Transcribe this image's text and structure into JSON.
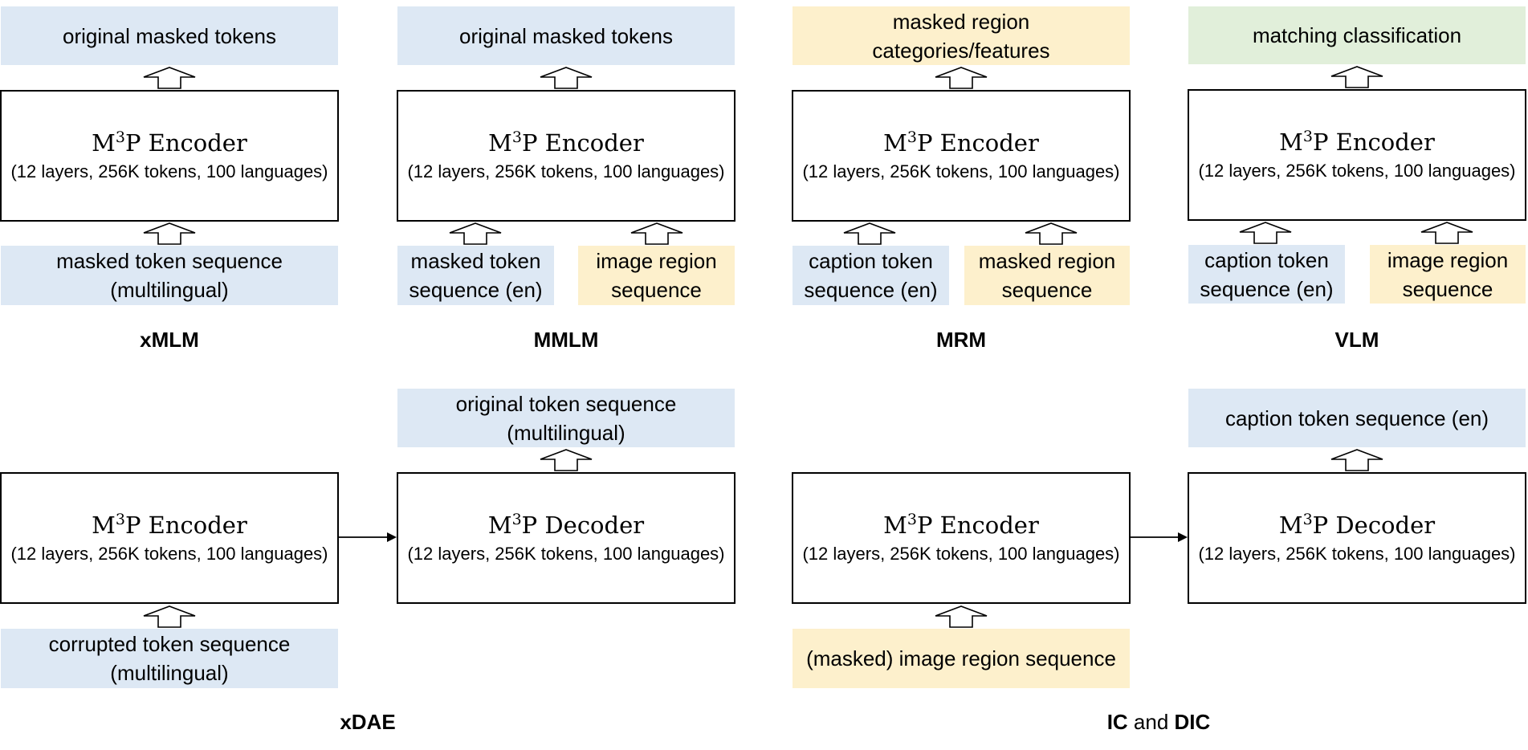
{
  "panels": {
    "xmlm": {
      "output": "original masked tokens",
      "module_prefix": "M",
      "module_sup": "3",
      "module_suffix": "P Encoder",
      "module_detail": "(12 layers, 256K tokens, 100 languages)",
      "input": "masked token sequence\n(multilingual)",
      "caption": "xMLM"
    },
    "mmlm": {
      "output": "original masked tokens",
      "module_prefix": "M",
      "module_sup": "3",
      "module_suffix": "P Encoder",
      "module_detail": "(12 layers, 256K tokens, 100 languages)",
      "input_text": "masked token\nsequence (en)",
      "input_image": "image region\nsequence",
      "caption": "MMLM"
    },
    "mrm": {
      "output": "masked region\ncategories/features",
      "module_prefix": "M",
      "module_sup": "3",
      "module_suffix": "P Encoder",
      "module_detail": "(12 layers, 256K tokens, 100 languages)",
      "input_text": "caption token\nsequence (en)",
      "input_image": "masked region\nsequence",
      "caption": "MRM"
    },
    "vlm": {
      "output": "matching classification",
      "module_prefix": "M",
      "module_sup": "3",
      "module_suffix": "P Encoder",
      "module_detail": "(12 layers, 256K tokens, 100 languages)",
      "input_text": "caption token\nsequence (en)",
      "input_image": "image region\nsequence",
      "caption": "VLM"
    },
    "xdae": {
      "encoder_prefix": "M",
      "encoder_sup": "3",
      "encoder_suffix": "P Encoder",
      "encoder_detail": "(12 layers, 256K tokens, 100 languages)",
      "decoder_prefix": "M",
      "decoder_sup": "3",
      "decoder_suffix": "P Decoder",
      "decoder_detail": "(12 layers, 256K tokens, 100 languages)",
      "input": "corrupted token sequence\n(multilingual)",
      "output": "original token sequence\n(multilingual)",
      "caption": "xDAE"
    },
    "ic": {
      "encoder_prefix": "M",
      "encoder_sup": "3",
      "encoder_suffix": "P Encoder",
      "encoder_detail": "(12 layers, 256K tokens, 100 languages)",
      "decoder_prefix": "M",
      "decoder_sup": "3",
      "decoder_suffix": "P Decoder",
      "decoder_detail": "(12 layers, 256K tokens, 100 languages)",
      "input": "(masked) image region sequence",
      "output": "caption token sequence (en)",
      "caption_ic": "IC",
      "caption_and": " and ",
      "caption_dic": "DIC"
    }
  },
  "colors": {
    "text_box": "#dde8f4",
    "image_box": "#fdf0cc",
    "matching_box": "#e1efda",
    "border": "#000000"
  }
}
